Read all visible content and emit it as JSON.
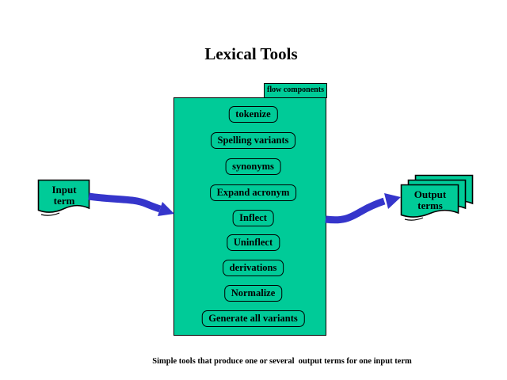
{
  "title": "Lexical Tools",
  "caption": "Simple tools that produce one or several  output terms for one input term",
  "colors": {
    "shape_fill": "#00CB98",
    "arrow": "#3535CB",
    "border": "#000000",
    "background": "#FFFFFF"
  },
  "flow_box": {
    "tab_label": "flow components",
    "tools": [
      {
        "label": "tokenize"
      },
      {
        "label": "Spelling variants"
      },
      {
        "label": "synonyms"
      },
      {
        "label": "Expand acronym"
      },
      {
        "label": "Inflect"
      },
      {
        "label": "Uninflect"
      },
      {
        "label": "derivations"
      },
      {
        "label": "Normalize"
      },
      {
        "label": "Generate all variants"
      }
    ]
  },
  "input_doc": {
    "line1": "Input",
    "line2": "term"
  },
  "output_doc": {
    "line1": "Output",
    "line2": "terms"
  }
}
